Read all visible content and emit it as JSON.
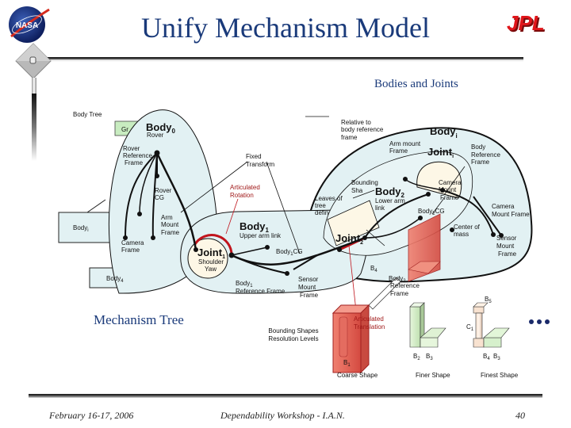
{
  "slide": {
    "title": "Unify Mechanism Model",
    "subtitle": "Bodies and Joints",
    "section_label": "Mechanism Tree",
    "logos": {
      "left": "NASA",
      "right": "JPL"
    },
    "colors": {
      "title": "#1a3a7a",
      "body_fill": "#e2f1f3",
      "joint_fill": "#fdf7e6",
      "articulated": "#c0141c",
      "coarse_shape": "#e8685e",
      "finer_shape": "#d6f0cc",
      "finest_shape": "#f5dcc8"
    }
  },
  "diagram": {
    "body_tree_label": "Body Tree",
    "ground_label": "Gr",
    "legend_line_label": [
      "Relative to",
      "body reference",
      "frame"
    ],
    "body0": {
      "name": "Body",
      "sub": "0",
      "desc": "Rover"
    },
    "rover_ref_frame": [
      "Rover",
      "Reference",
      "Frame"
    ],
    "rover_cg": [
      "Rover",
      "CG"
    ],
    "arm_mount_frame": [
      "Arm",
      "Mount",
      "Frame"
    ],
    "camera_frame": [
      "Camera",
      "Frame"
    ],
    "fixed_transform": [
      "Fixed",
      "Transform"
    ],
    "articulated_rotation": [
      "Articulated",
      "Rotation"
    ],
    "body_i_box": {
      "name": "Body",
      "sub": "i"
    },
    "body_4_box": {
      "name": "Body",
      "sub": "4"
    },
    "body1": {
      "name": "Body",
      "sub": "1",
      "desc": "Upper arm link"
    },
    "joint1": {
      "name": "Joint",
      "sub": "1",
      "desc": [
        "Shoulder",
        "Yaw"
      ]
    },
    "body1_cg": {
      "name": "Body",
      "sub": "1",
      "suffix": "CG"
    },
    "body1_ref_frame": {
      "line1": "Body",
      "sub": "1",
      "line2": "Reference Frame"
    },
    "sensor_mount_frame_1": [
      "Sensor",
      "Mount",
      "Frame"
    ],
    "bounding_shapes": [
      "Bounding",
      "Sha"
    ],
    "leaves_of_tree": [
      "Leaves of",
      "tree",
      "defin"
    ],
    "body2": {
      "name": "Body",
      "sub": "2",
      "desc": [
        "Lower arm",
        "link"
      ]
    },
    "joint2": {
      "name": "Joint",
      "sub": "2"
    },
    "camera_mount_frame_2": [
      "Camera",
      "Mount",
      "Frame"
    ],
    "body2_cg": {
      "name": "Body",
      "sub": "2",
      "suffix": "CG"
    },
    "center_of_mass": [
      "Center of",
      "mass"
    ],
    "b4_label": {
      "name": "B",
      "sub": "4"
    },
    "body2_ref_frame": {
      "line1": "Body",
      "sub": "2",
      "line2": "Reference",
      "line3": "Frame"
    },
    "body_i_big": {
      "name": "Body",
      "sub": "i"
    },
    "joint_i": {
      "name": "Joint",
      "sub": "i"
    },
    "arm_mount_frame_i": [
      "Arm mount",
      "Frame"
    ],
    "body_ref_frame_i": [
      "Body",
      "Reference",
      "Frame"
    ],
    "camera_mount_frame_i": [
      "Camera",
      "Mount Frame"
    ],
    "sensor_mount_frame_i": [
      "Sensor",
      "Mount",
      "Frame"
    ],
    "articulated_translation": [
      "Articulated",
      "Translation"
    ],
    "bounding_shapes_levels": [
      "Bounding Shapes",
      "Resolution Levels"
    ],
    "shapes": [
      {
        "caption": "Coarse Shape",
        "labels": [
          {
            "name": "B",
            "sub": "1"
          }
        ]
      },
      {
        "caption": "Finer Shape",
        "labels": [
          {
            "name": "B",
            "sub": "2"
          },
          {
            "name": "B",
            "sub": "3"
          }
        ]
      },
      {
        "caption": "Finest Shape",
        "labels": [
          {
            "name": "B",
            "sub": "4"
          },
          {
            "name": "B",
            "sub": "3"
          },
          {
            "name": "C",
            "sub": "1"
          },
          {
            "name": "B",
            "sub": "5"
          }
        ]
      }
    ],
    "ellipsis": "•••"
  },
  "footer": {
    "date": "February 16-17, 2006",
    "event": "Dependability Workshop - I.A.N.",
    "page": "40"
  }
}
